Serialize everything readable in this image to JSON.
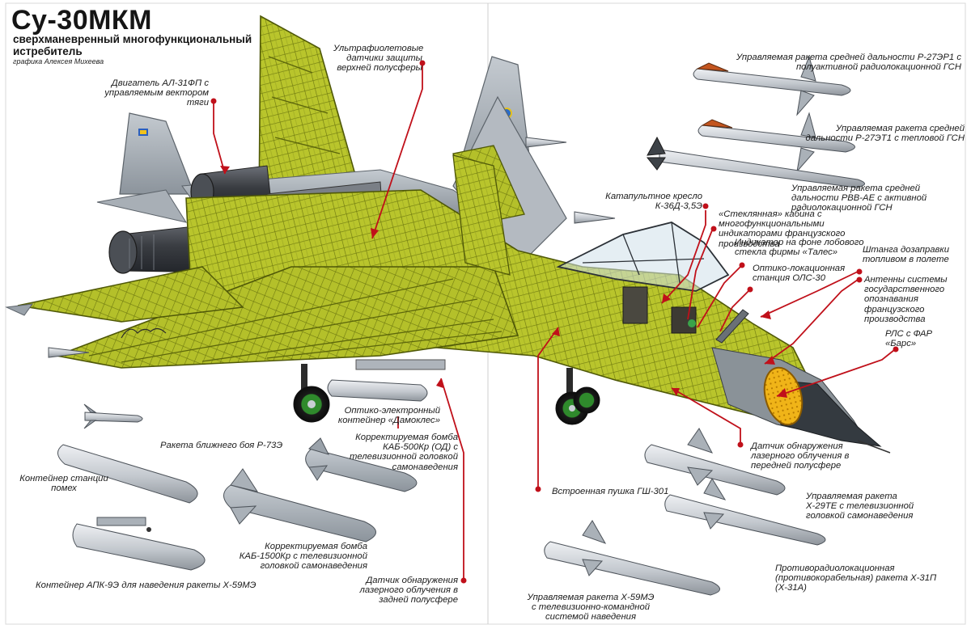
{
  "header": {
    "title": "Су-30МКМ",
    "subtitle": "сверхманевренный многофункциональный истребитель",
    "credit": "графика Алексея Михеева"
  },
  "labels": {
    "engine": "Двигатель АЛ-31ФП с управляемым вектором тяги",
    "uv_sensors": "Ультрафиолетовые датчики защиты верхней полусферы",
    "r73": "Ракета ближнего боя Р-73Э",
    "jammer": "Контейнер станции помех",
    "apk9": "Контейнер АПК-9Э для наведения ракеты Х-59МЭ",
    "damocles": "Оптико-электронный контейнер «Дамоклес»",
    "kab500": "Корректируемая бомба КАБ-500Кр (ОД) с телевизионной головкой самонаведения",
    "kab1500": "Корректируемая бомба КАБ-1500Кр с телевизионной головкой самонаведения",
    "laser_rear": "Датчик обнаружения лазерного облучения в задней полусфере",
    "r27er1": "Управляемая ракета средней дальности Р-27ЭР1 с полуактивной радиолокационной ГСН",
    "r27et1": "Управляемая ракета средней дальности Р-27ЭТ1 с тепловой ГСН",
    "rvvae": "Управляемая ракета средней дальности РВВ-АЕ с активной радиолокационной ГСН",
    "seat": "Катапультное кресло К-36Д-3,5Э",
    "glass_cockpit": "«Стеклянная» кабина с многофункциональными индикаторами французского производства",
    "hud": "Индикатор на фоне лобового стекла фирмы «Талес»",
    "refuel": "Штанга дозаправки топливом в полете",
    "ols": "Оптико-локационная станция ОЛС-30",
    "iff": "Антенны системы государственного опознавания французского производства",
    "radar": "РЛС с ФАР «Барс»",
    "laser_front": "Датчик обнаружения лазерного облучения в передней полусфере",
    "gun": "Встроенная пушка ГШ-301",
    "x29": "Управляемая ракета Х-29ТЕ с телевизионной головкой самонаведения",
    "x31": "Противорадиолокационная (противокорабельная) ракета Х-31П (Х-31А)",
    "x59": "Управляемая ракета Х-59МЭ с телевизионно-командной системой наведения"
  },
  "colors": {
    "frame": "#b6c22a",
    "frame_dark": "#7e8a16",
    "skin": "#9aa2aa",
    "metal": "#c9ced4",
    "leader": "#c0101a",
    "radar": "#f0b418"
  },
  "icons": [
    "aircraft-cutaway",
    "missile",
    "bomb",
    "pod",
    "radar-array",
    "cockpit-canopy",
    "landing-gear",
    "roundel"
  ]
}
